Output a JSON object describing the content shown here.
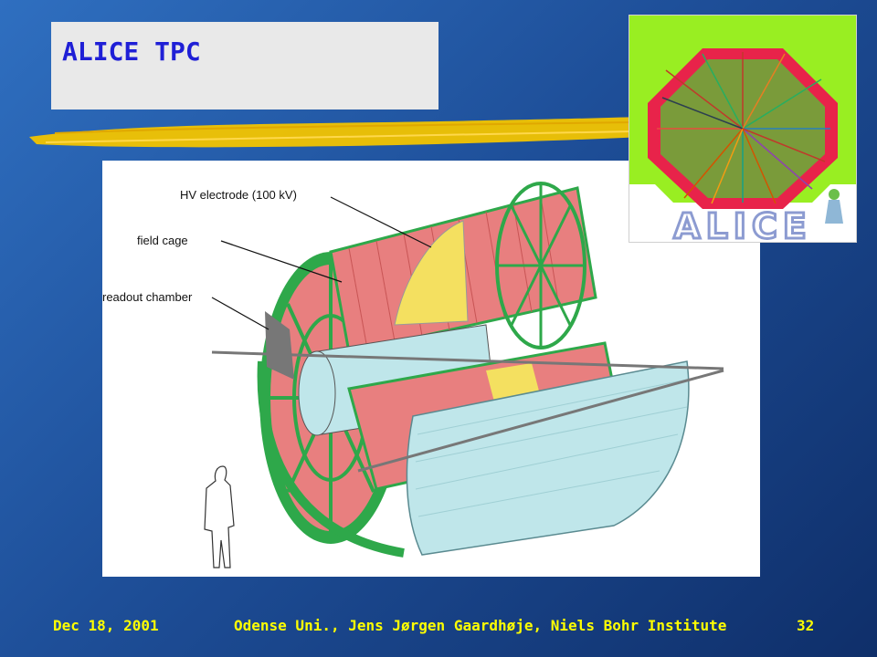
{
  "slide": {
    "title": "ALICE TPC",
    "colors": {
      "background": "#1e4f99",
      "title_text": "#1f1fd6",
      "footer_text": "#ffff00",
      "stroke": "#f2c400"
    }
  },
  "diagram": {
    "labels": {
      "hv_electrode": "HV electrode (100 kV)",
      "field_cage": "field cage",
      "readout_chamber": "readout chamber"
    },
    "colors": {
      "end_plate": "#2ea84a",
      "field_cage": "#e87f7f",
      "hv_electrode": "#f4e060",
      "outer_vessel": "#bfe6ea"
    }
  },
  "logo": {
    "text": "ALICE",
    "colors": {
      "octagon_border": "#e8234a",
      "frame": "#99ee22"
    }
  },
  "footer": {
    "date": "Dec 18, 2001",
    "center": "Odense Uni.,  Jens Jørgen Gaardhøje, Niels Bohr Institute",
    "page": "32"
  }
}
